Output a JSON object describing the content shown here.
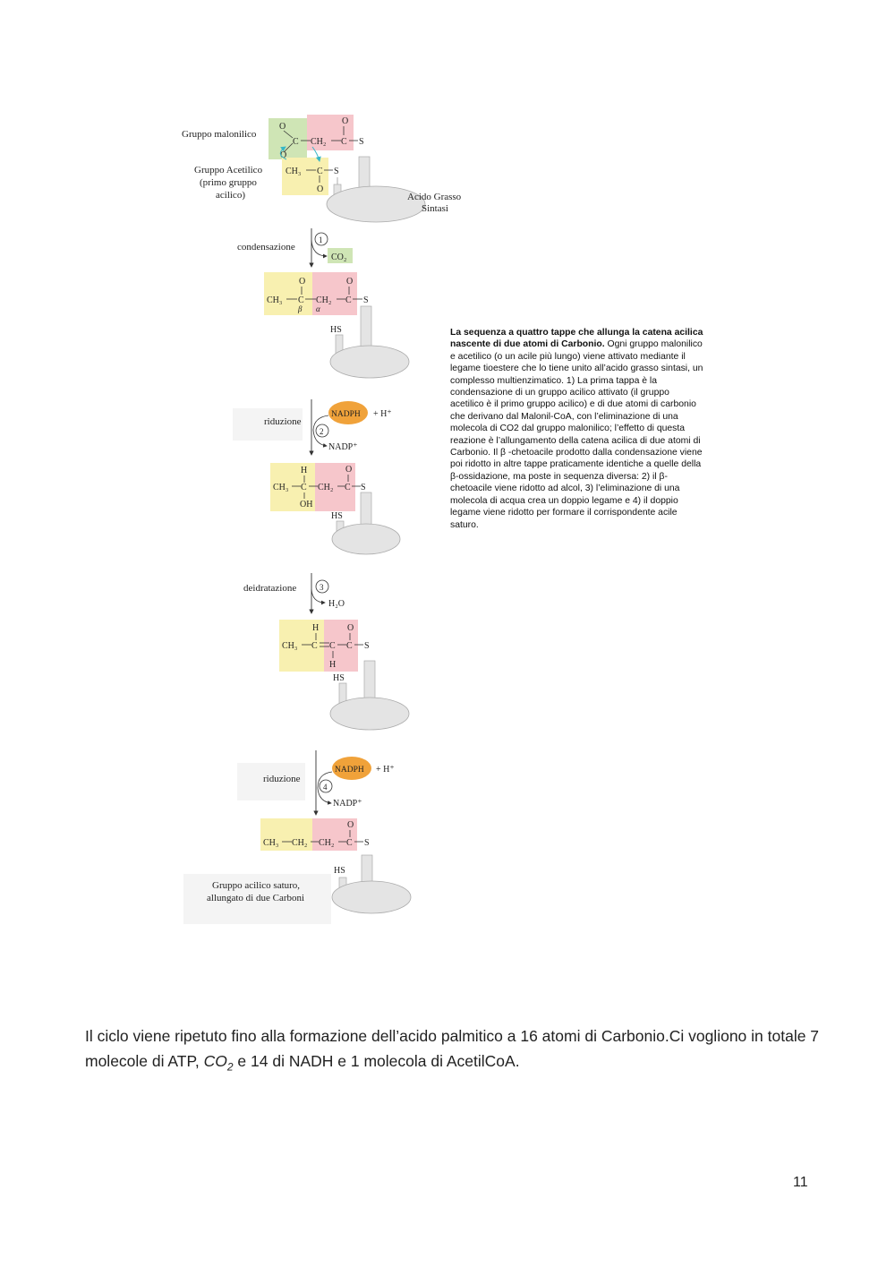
{
  "figure": {
    "labels": {
      "malonyl_group": "Gruppo malonilico",
      "acetyl_group_l1": "Gruppo Acetilico",
      "acetyl_group_l2": "(primo gruppo",
      "acetyl_group_l3": "acilico)",
      "enzyme_l1": "Acido Grasso",
      "enzyme_l2": "Sintasi",
      "step1": "condensazione",
      "step2": "riduzione",
      "step3": "deidratazione",
      "step4": "riduzione",
      "final_l1": "Gruppo acilico saturo,",
      "final_l2": "allungato di due Carboni"
    },
    "step_numbers": [
      "1",
      "2",
      "3",
      "4"
    ],
    "byproducts": {
      "co2": "CO₂",
      "nadph": "NADPH",
      "h_plus": "+ H⁺",
      "nadp_plus": "NADP⁺",
      "h2o": "H₂O"
    },
    "atoms": {
      "O": "O",
      "C": "C",
      "S": "S",
      "H": "H",
      "OH": "OH",
      "HS": "HS",
      "CH2": "CH₂",
      "CH3": "CH₃",
      "beta": "β",
      "alpha": "α"
    },
    "colors": {
      "malonyl_green": "#cfe5b5",
      "acetyl_yellow": "#f8f0b0",
      "new_unit_pink": "#f6c6cb",
      "enzyme_grey": "#e4e4e4",
      "nadph_orange": "#f0a23a",
      "arrow_teal": "#36b6c6"
    }
  },
  "caption": {
    "bold": "La sequenza a quattro tappe che allunga la catena acilica nascente di due atomi di Carbonio.",
    "text": " Ogni gruppo malonilico e acetilico (o un acile più lungo) viene attivato mediante il legame tioestere che lo tiene unito all’acido grasso sintasi, un complesso multienzimatico. 1) La prima tappa è la condensazione di un gruppo acilico attivato (il gruppo acetilico è il primo gruppo acilico) e di due atomi di carbonio che derivano dal Malonil-CoA, con l’eliminazione di una molecola di CO2 dal gruppo malonilico; l’effetto di questa reazione è l’allungamento della catena acilica di due atomi di Carbonio. Il β -chetoacile prodotto dalla condensazione viene poi ridotto in altre tappe praticamente identiche a quelle della β-ossidazione, ma poste in sequenza diversa: 2) il β-chetoacile viene ridotto ad alcol, 3) l’eliminazione di una molecola di acqua crea un doppio legame e 4) il doppio legame viene ridotto per formare il corrispondente acile saturo."
  },
  "body": {
    "text_before": "Il ciclo viene ripetuto fino alla formazione dell’acido palmitico a 16 atomi di Carbonio.Ci vogliono in totale 7 molecole di ATP, ",
    "co2_base": "CO",
    "co2_sub": "2",
    "text_after": " e 14 di NADH e 1 molecola di AcetilCoA."
  },
  "page_number": "11"
}
